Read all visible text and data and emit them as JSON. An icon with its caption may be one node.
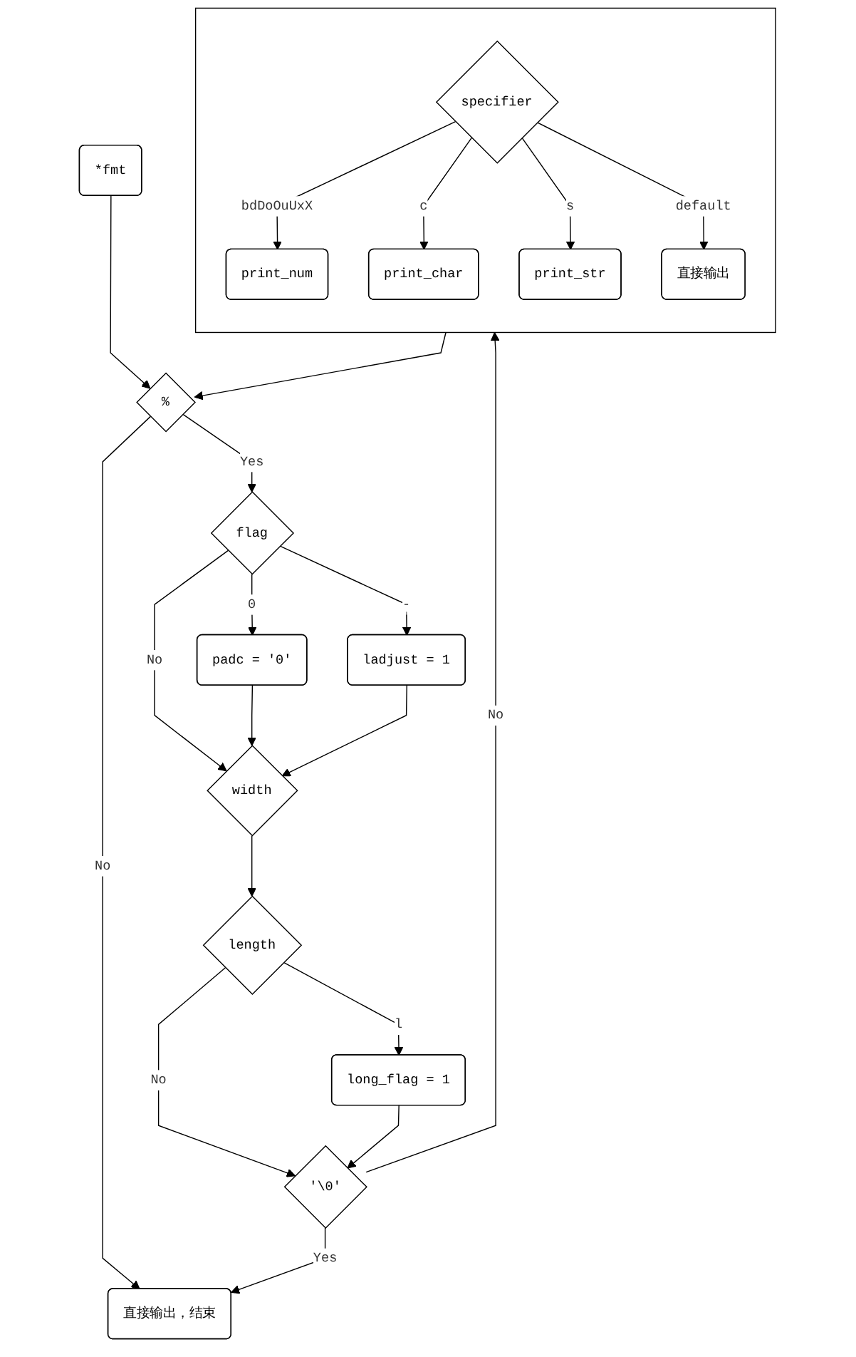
{
  "diagram": {
    "nodes": [
      {
        "text": [
          "*fmt"
        ]
      },
      {
        "text": [
          "%"
        ]
      },
      {
        "text": [
          "直接输出，结束"
        ]
      },
      {
        "text": [
          "flag"
        ]
      },
      {
        "text": [
          "padc = '0'"
        ]
      },
      {
        "text": [
          "ladjust = 1"
        ]
      },
      {
        "text": [
          "width"
        ]
      },
      {
        "text": [
          "length"
        ]
      },
      {
        "text": [
          "long_flag = 1"
        ]
      },
      {
        "text": [
          "'\\0'"
        ]
      },
      {
        "text": [],
        "shape": "box"
      },
      {
        "text": [
          "specifier"
        ],
        "in": 10
      },
      {
        "text": [
          "print_num"
        ],
        "in": 10
      },
      {
        "text": [
          "print_char"
        ],
        "in": 10
      },
      {
        "text": [
          "print_str"
        ],
        "in": 10
      },
      {
        "text": [
          "直接输出"
        ],
        "in": 10
      }
    ],
    "edges": [
      {
        "from": 0,
        "to": 1,
        "arrow": "to"
      },
      {
        "from": 1,
        "to": 2,
        "arrow": "to",
        "label": "No"
      },
      {
        "from": 1,
        "to": 3,
        "arrow": "to",
        "label": "Yes"
      },
      {
        "from": 3,
        "to": 4,
        "arrow": "to",
        "label": "0"
      },
      {
        "from": 3,
        "to": 5,
        "arrow": "to",
        "label": "-"
      },
      {
        "from": 3,
        "to": 6,
        "arrow": "to",
        "label": "No"
      },
      {
        "from": 4,
        "to": 6,
        "arrow": "to"
      },
      {
        "from": 5,
        "to": 6,
        "arrow": "to"
      },
      {
        "from": 6,
        "to": 7,
        "arrow": "to"
      },
      {
        "from": 7,
        "to": 8,
        "arrow": "to",
        "label": "l"
      },
      {
        "from": 7,
        "to": 9,
        "arrow": "to",
        "label": "No"
      },
      {
        "from": 8,
        "to": 9,
        "arrow": "to"
      },
      {
        "from": 9,
        "to": 2,
        "arrow": "to",
        "label": "Yes"
      },
      {
        "from": 9,
        "to": 10,
        "arrow": "to",
        "label": "No"
      },
      {
        "from": 10,
        "to": 1,
        "arrow": "to"
      },
      {
        "from": 11,
        "to": 12,
        "arrow": "to",
        "label": "bdDoOuUxX"
      },
      {
        "from": 11,
        "to": 13,
        "arrow": "to",
        "label": "c"
      },
      {
        "from": 11,
        "to": 14,
        "arrow": "to",
        "label": "s"
      },
      {
        "from": 11,
        "to": 15,
        "arrow": "to",
        "label": "default"
      }
    ]
  }
}
